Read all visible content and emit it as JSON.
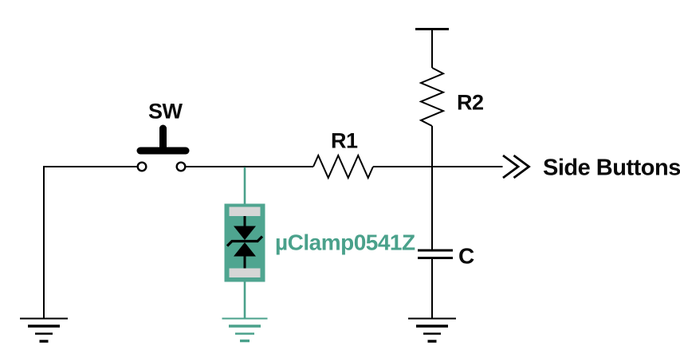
{
  "schematic": {
    "labels": {
      "switch": "SW",
      "resistor_r1": "R1",
      "resistor_r2": "R2",
      "capacitor": "C",
      "tvs_diode": "µClamp0541Z",
      "output_net": "Side Buttons"
    },
    "colors": {
      "wire": "#000000",
      "label": "#0a0a0a",
      "teal": "#4AA18B",
      "tvs_body": "#4FA590",
      "tvs_band": "#D6D6D6",
      "background": "#FFFFFF"
    }
  }
}
